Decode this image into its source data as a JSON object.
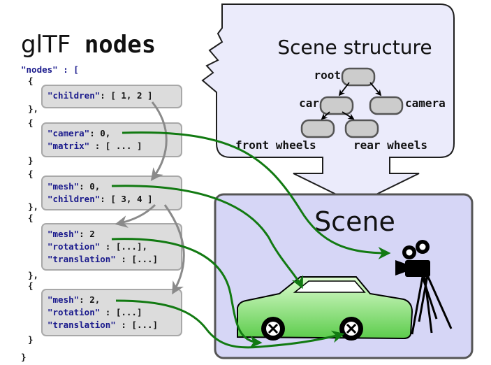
{
  "title": {
    "prefix": "glTF",
    "code": "nodes"
  },
  "json_header": "\"nodes\" : [",
  "json_footer": "}",
  "braces": [
    "{",
    "},",
    "{",
    "}",
    "{",
    "},",
    "{",
    "},",
    "{",
    "}"
  ],
  "nodes": [
    {
      "lines": [
        {
          "key": "\"children\"",
          "sep": ": ",
          "value": "[ 1, 2 ]"
        }
      ]
    },
    {
      "lines": [
        {
          "key": "\"camera\"",
          "sep": ": ",
          "value": "0,"
        },
        {
          "key": "\"matrix\"",
          "sep": " : ",
          "value": "[ ... ]"
        }
      ]
    },
    {
      "lines": [
        {
          "key": "\"mesh\"",
          "sep": ": ",
          "value": "0,"
        },
        {
          "key": "\"children\"",
          "sep": ": ",
          "value": "[ 3, 4 ]"
        }
      ]
    },
    {
      "lines": [
        {
          "key": "\"mesh\"",
          "sep": ": ",
          "value": "2"
        },
        {
          "key": "\"rotation\"",
          "sep": " : ",
          "value": "[...],"
        },
        {
          "key": "\"translation\"",
          "sep": " : ",
          "value": "[...]"
        }
      ]
    },
    {
      "lines": [
        {
          "key": "\"mesh\"",
          "sep": ": ",
          "value": "2,"
        },
        {
          "key": "\"rotation\"",
          "sep": " : ",
          "value": "[...]"
        },
        {
          "key": "\"translation\"",
          "sep": " : ",
          "value": "[...]"
        }
      ]
    }
  ],
  "scene_structure": {
    "title": "Scene structure",
    "labels": {
      "root": "root",
      "car": "car",
      "camera": "camera",
      "front": "front wheels",
      "rear": "rear wheels"
    }
  },
  "scene": {
    "title": "Scene"
  },
  "colors": {
    "node_box": "#dcdcdc",
    "node_border": "#a8a8a8",
    "structure_fill": "#ebebfb",
    "scene_fill": "#d6d6f6",
    "green_arrow": "#127a12",
    "gray_arrow": "#8a8a8a",
    "car_light": "#ddfccf",
    "car_dark": "#5ccc4c",
    "key_text": "#1a1a8c"
  },
  "icons": [
    "car-icon",
    "movie-camera-icon",
    "wheel-icon"
  ]
}
